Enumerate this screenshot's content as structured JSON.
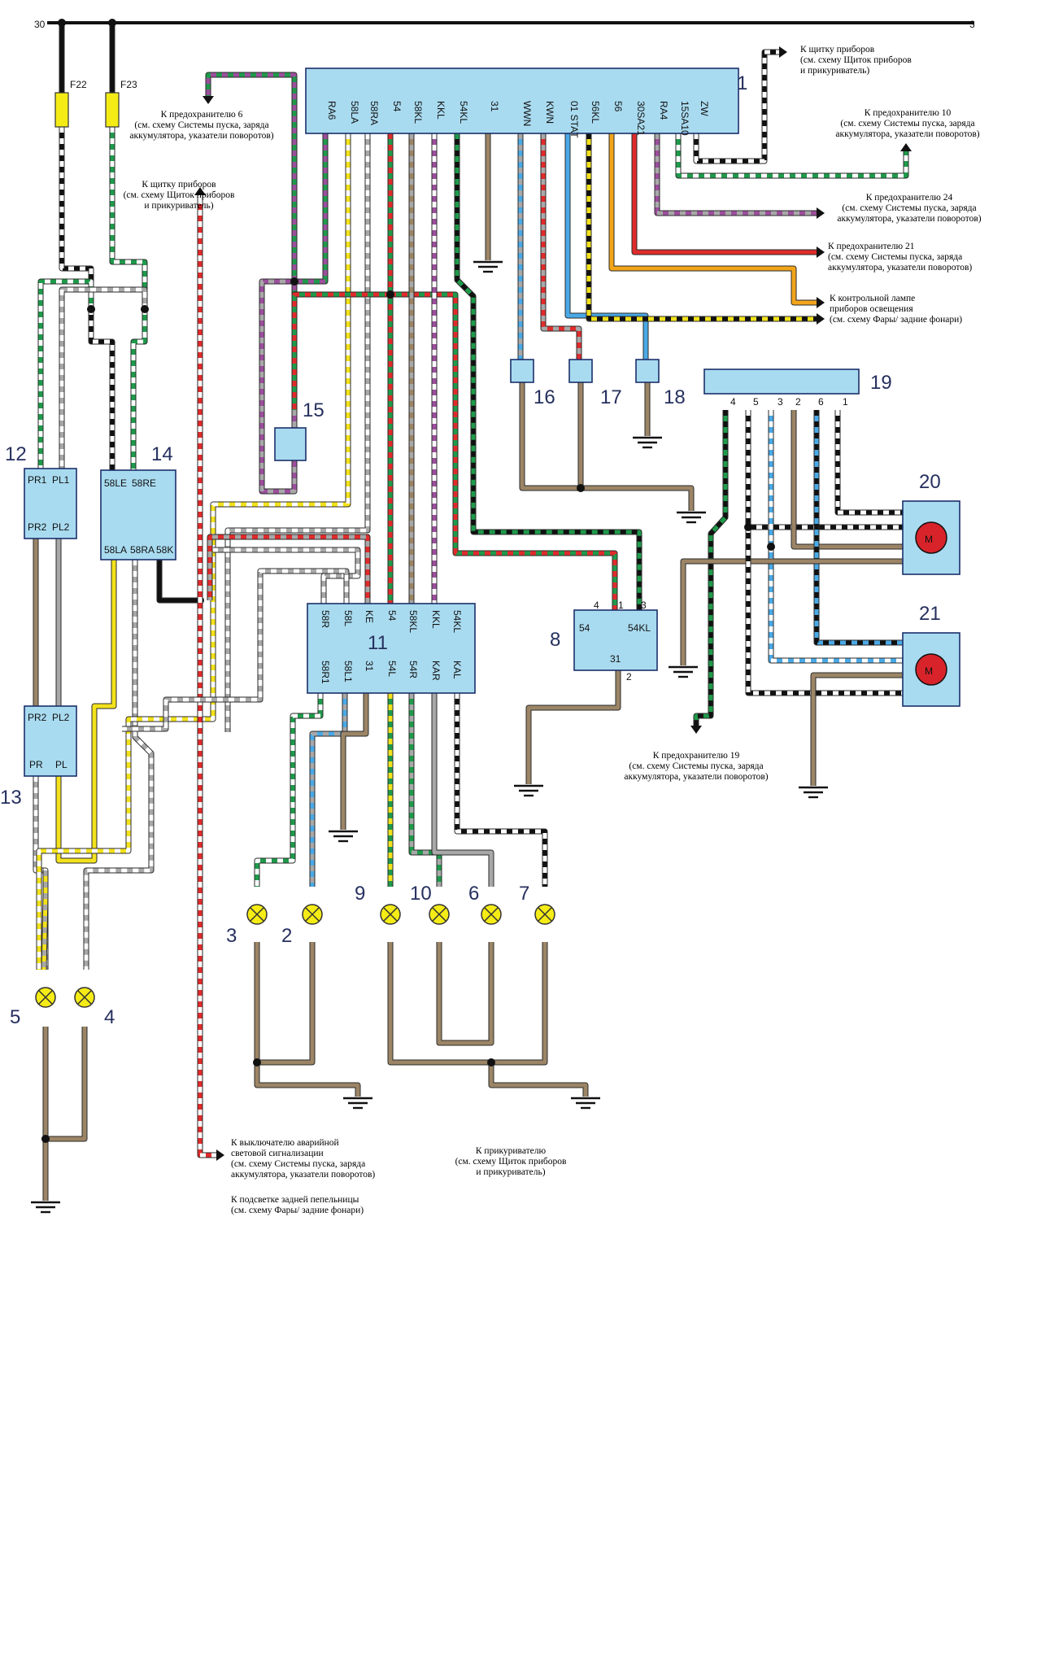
{
  "bus": {
    "left_label": "30",
    "right_label": "3"
  },
  "fuses": [
    {
      "id": "F22",
      "label": "F22"
    },
    {
      "id": "F23",
      "label": "F23"
    }
  ],
  "block1": {
    "number": "1",
    "pins": [
      "RA6",
      "58LA",
      "58RA",
      "54",
      "58KL",
      "KKL",
      "54KL",
      "31",
      "WWN",
      "KWN",
      "01 STAT",
      "56KL",
      "56",
      "30SA21",
      "RA4",
      "15SA10",
      "ZW"
    ]
  },
  "block11": {
    "number": "11",
    "top_pins": [
      "58R",
      "58L",
      "KE",
      "54",
      "58KL",
      "KKL",
      "54KL"
    ],
    "bottom_pins": [
      "58R1",
      "58L1",
      "31",
      "54L",
      "54R",
      "KAR",
      "KAL"
    ]
  },
  "block12": {
    "number": "12",
    "pins": [
      "PR1",
      "PL1",
      "PR2",
      "PL2"
    ]
  },
  "block13": {
    "number": "13",
    "pins": [
      "PR2",
      "PL2",
      "PR",
      "PL"
    ]
  },
  "block14": {
    "number": "14",
    "pins": [
      "58LE",
      "58RE",
      "58LA",
      "58RA",
      "58K"
    ]
  },
  "block8": {
    "number": "8",
    "pins": [
      "54",
      "54KL",
      "31"
    ],
    "connector_numbers": [
      "4",
      "1",
      "3",
      "2"
    ]
  },
  "block19": {
    "number": "19",
    "connector_numbers": [
      "4",
      "5",
      "3",
      "2",
      "6",
      "1"
    ]
  },
  "components": {
    "c15": "15",
    "c16": "16",
    "c17": "17",
    "c18": "18",
    "m20": "20",
    "m21": "21",
    "l2": "2",
    "l3": "3",
    "l4": "4",
    "l5": "5",
    "l6": "6",
    "l7": "7",
    "l9": "9",
    "l10": "10"
  },
  "notes": {
    "n1": [
      "К щитку приборов",
      "(см. схему Щиток приборов",
      "и прикуриватель)"
    ],
    "n2": [
      "К предохранителю 6",
      "(см. схему Системы пуска, заряда",
      "аккумулятора, указатели поворотов)"
    ],
    "n3": [
      "К предохранителю 10",
      "(см. схему Системы пуска, заряда",
      "аккумулятора, указатели поворотов)"
    ],
    "n4": [
      "К щитку приборов",
      "(см. схему Щиток приборов",
      "и прикуриватель)"
    ],
    "n5": [
      "К предохранителю 24",
      "(см. схему Системы пуска, заряда",
      "аккумулятора, указатели поворотов)"
    ],
    "n6": [
      "К предохранителю 21",
      "(см. схему Системы пуска, заряда",
      "аккумулятора, указатели поворотов)"
    ],
    "n7": [
      "К контрольной лампе",
      "приборов освещения",
      "(см. схему Фары/ задние фонари)"
    ],
    "n8": [
      "К предохранителю 19",
      "(см. схему Системы пуска, заряда",
      "аккумулятора, указатели поворотов)"
    ],
    "n9": [
      "К выключателю аварийной",
      "световой сигнализации",
      "(см. схему Системы пуска, заряда",
      "аккумулятора, указатели поворотов)"
    ],
    "n10": [
      "К подсветке задней пепельницы",
      "(см. схему Фары/ задние фонари)"
    ],
    "n11": [
      "К прикуривателю",
      "(см. схему Щиток приборов",
      "и прикуриватель)"
    ]
  },
  "colors": {
    "block_fill": "#a9dbf0",
    "fuse": "#f5ec16",
    "brown": "#9c8566",
    "grey": "#a8a8a8",
    "green": "#1f9a4b",
    "red": "#e02b2b",
    "yellow": "#f3e21c",
    "blue": "#4aa9e6",
    "violet": "#9b4f9c",
    "orange": "#f2a41a",
    "black": "#111111",
    "white": "#ffffff"
  }
}
